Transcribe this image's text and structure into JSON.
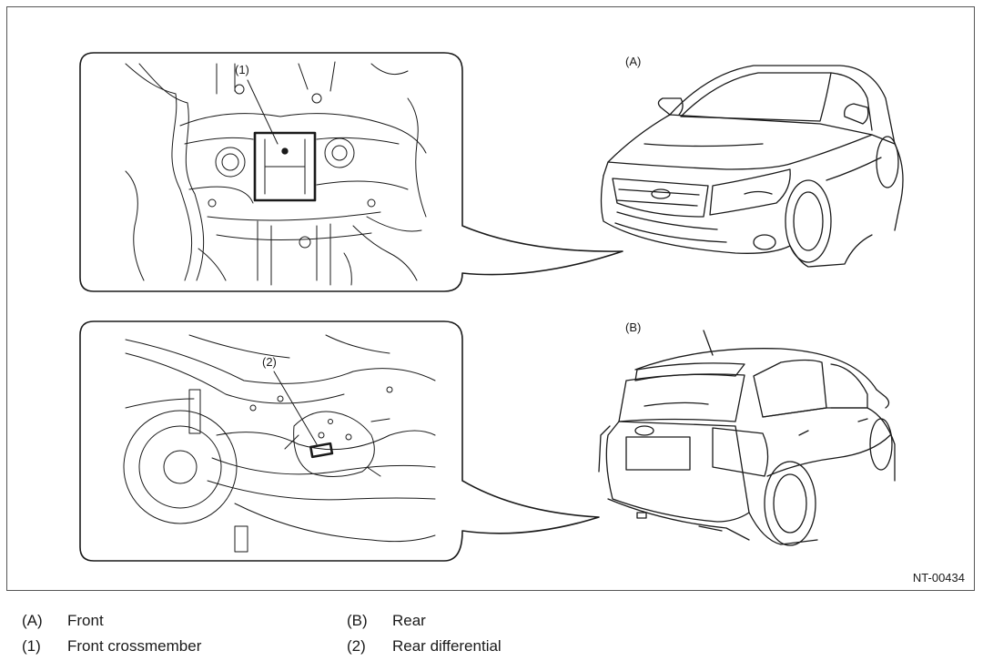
{
  "figure": {
    "label_a": "(A)",
    "label_b": "(B)",
    "callout_1": "(1)",
    "callout_2": "(2)",
    "figure_id": "NT-00434"
  },
  "legend": [
    {
      "key": "(A)",
      "text": "Front"
    },
    {
      "key": "(B)",
      "text": "Rear"
    },
    {
      "key": "(1)",
      "text": "Front crossmember"
    },
    {
      "key": "(2)",
      "text": "Rear differential"
    }
  ],
  "colors": {
    "line": "#1a1a1a",
    "frame": "#555555"
  }
}
